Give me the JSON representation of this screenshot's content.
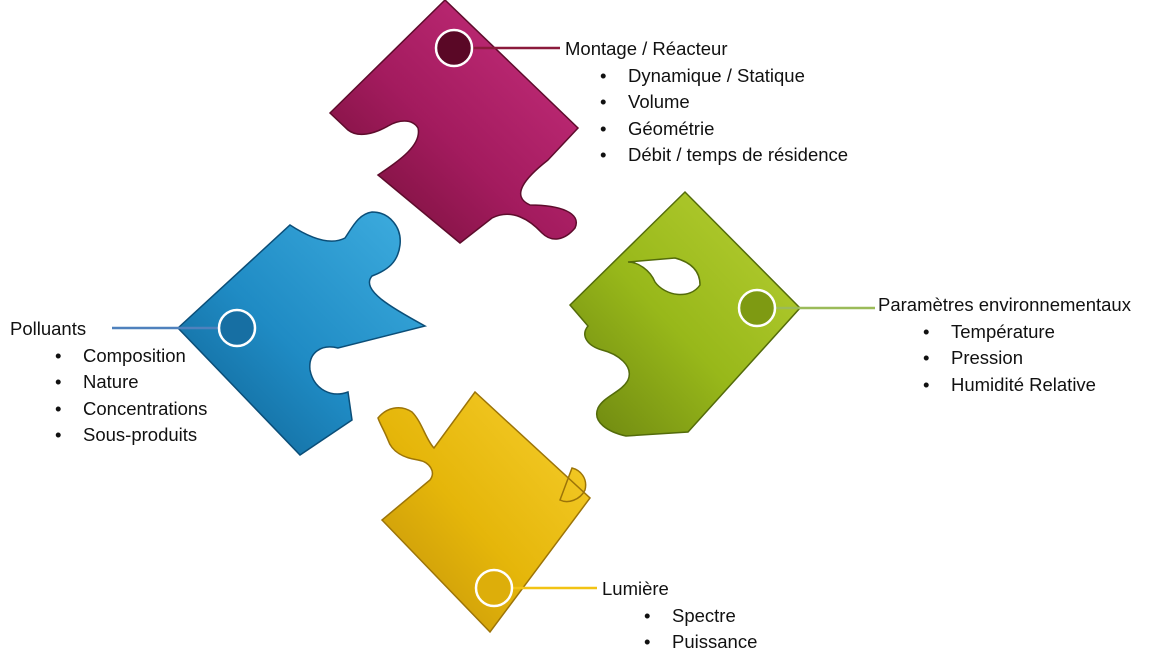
{
  "pieces": [
    {
      "key": "montage",
      "title": "Montage / Réacteur",
      "items": [
        "Dynamique / Statique",
        "Volume",
        "Géométrie",
        "Débit / temps de résidence"
      ],
      "color": "#A31B5E",
      "light": "#C9307F",
      "dark": "#6E0E33",
      "line_color": "#8B1A3C"
    },
    {
      "key": "polluants",
      "title": "Polluants",
      "items": [
        "Composition",
        "Nature",
        "Concentrations",
        "Sous-produits"
      ],
      "color": "#1F8BC4",
      "light": "#3FAEE0",
      "dark": "#0E5F8F",
      "line_color": "#4F81BD"
    },
    {
      "key": "parametres",
      "title": "Paramètres environnementaux",
      "items": [
        "Température",
        "Pression",
        "Humidité Relative"
      ],
      "color": "#98B81A",
      "light": "#B8D034",
      "dark": "#6B8410",
      "line_color": "#9BBB59"
    },
    {
      "key": "lumiere",
      "title": "Lumière",
      "items": [
        "Spectre",
        "Puissance"
      ],
      "color": "#E5B60A",
      "light": "#F7CF2E",
      "dark": "#C0900A",
      "line_color": "#F2C314"
    }
  ]
}
